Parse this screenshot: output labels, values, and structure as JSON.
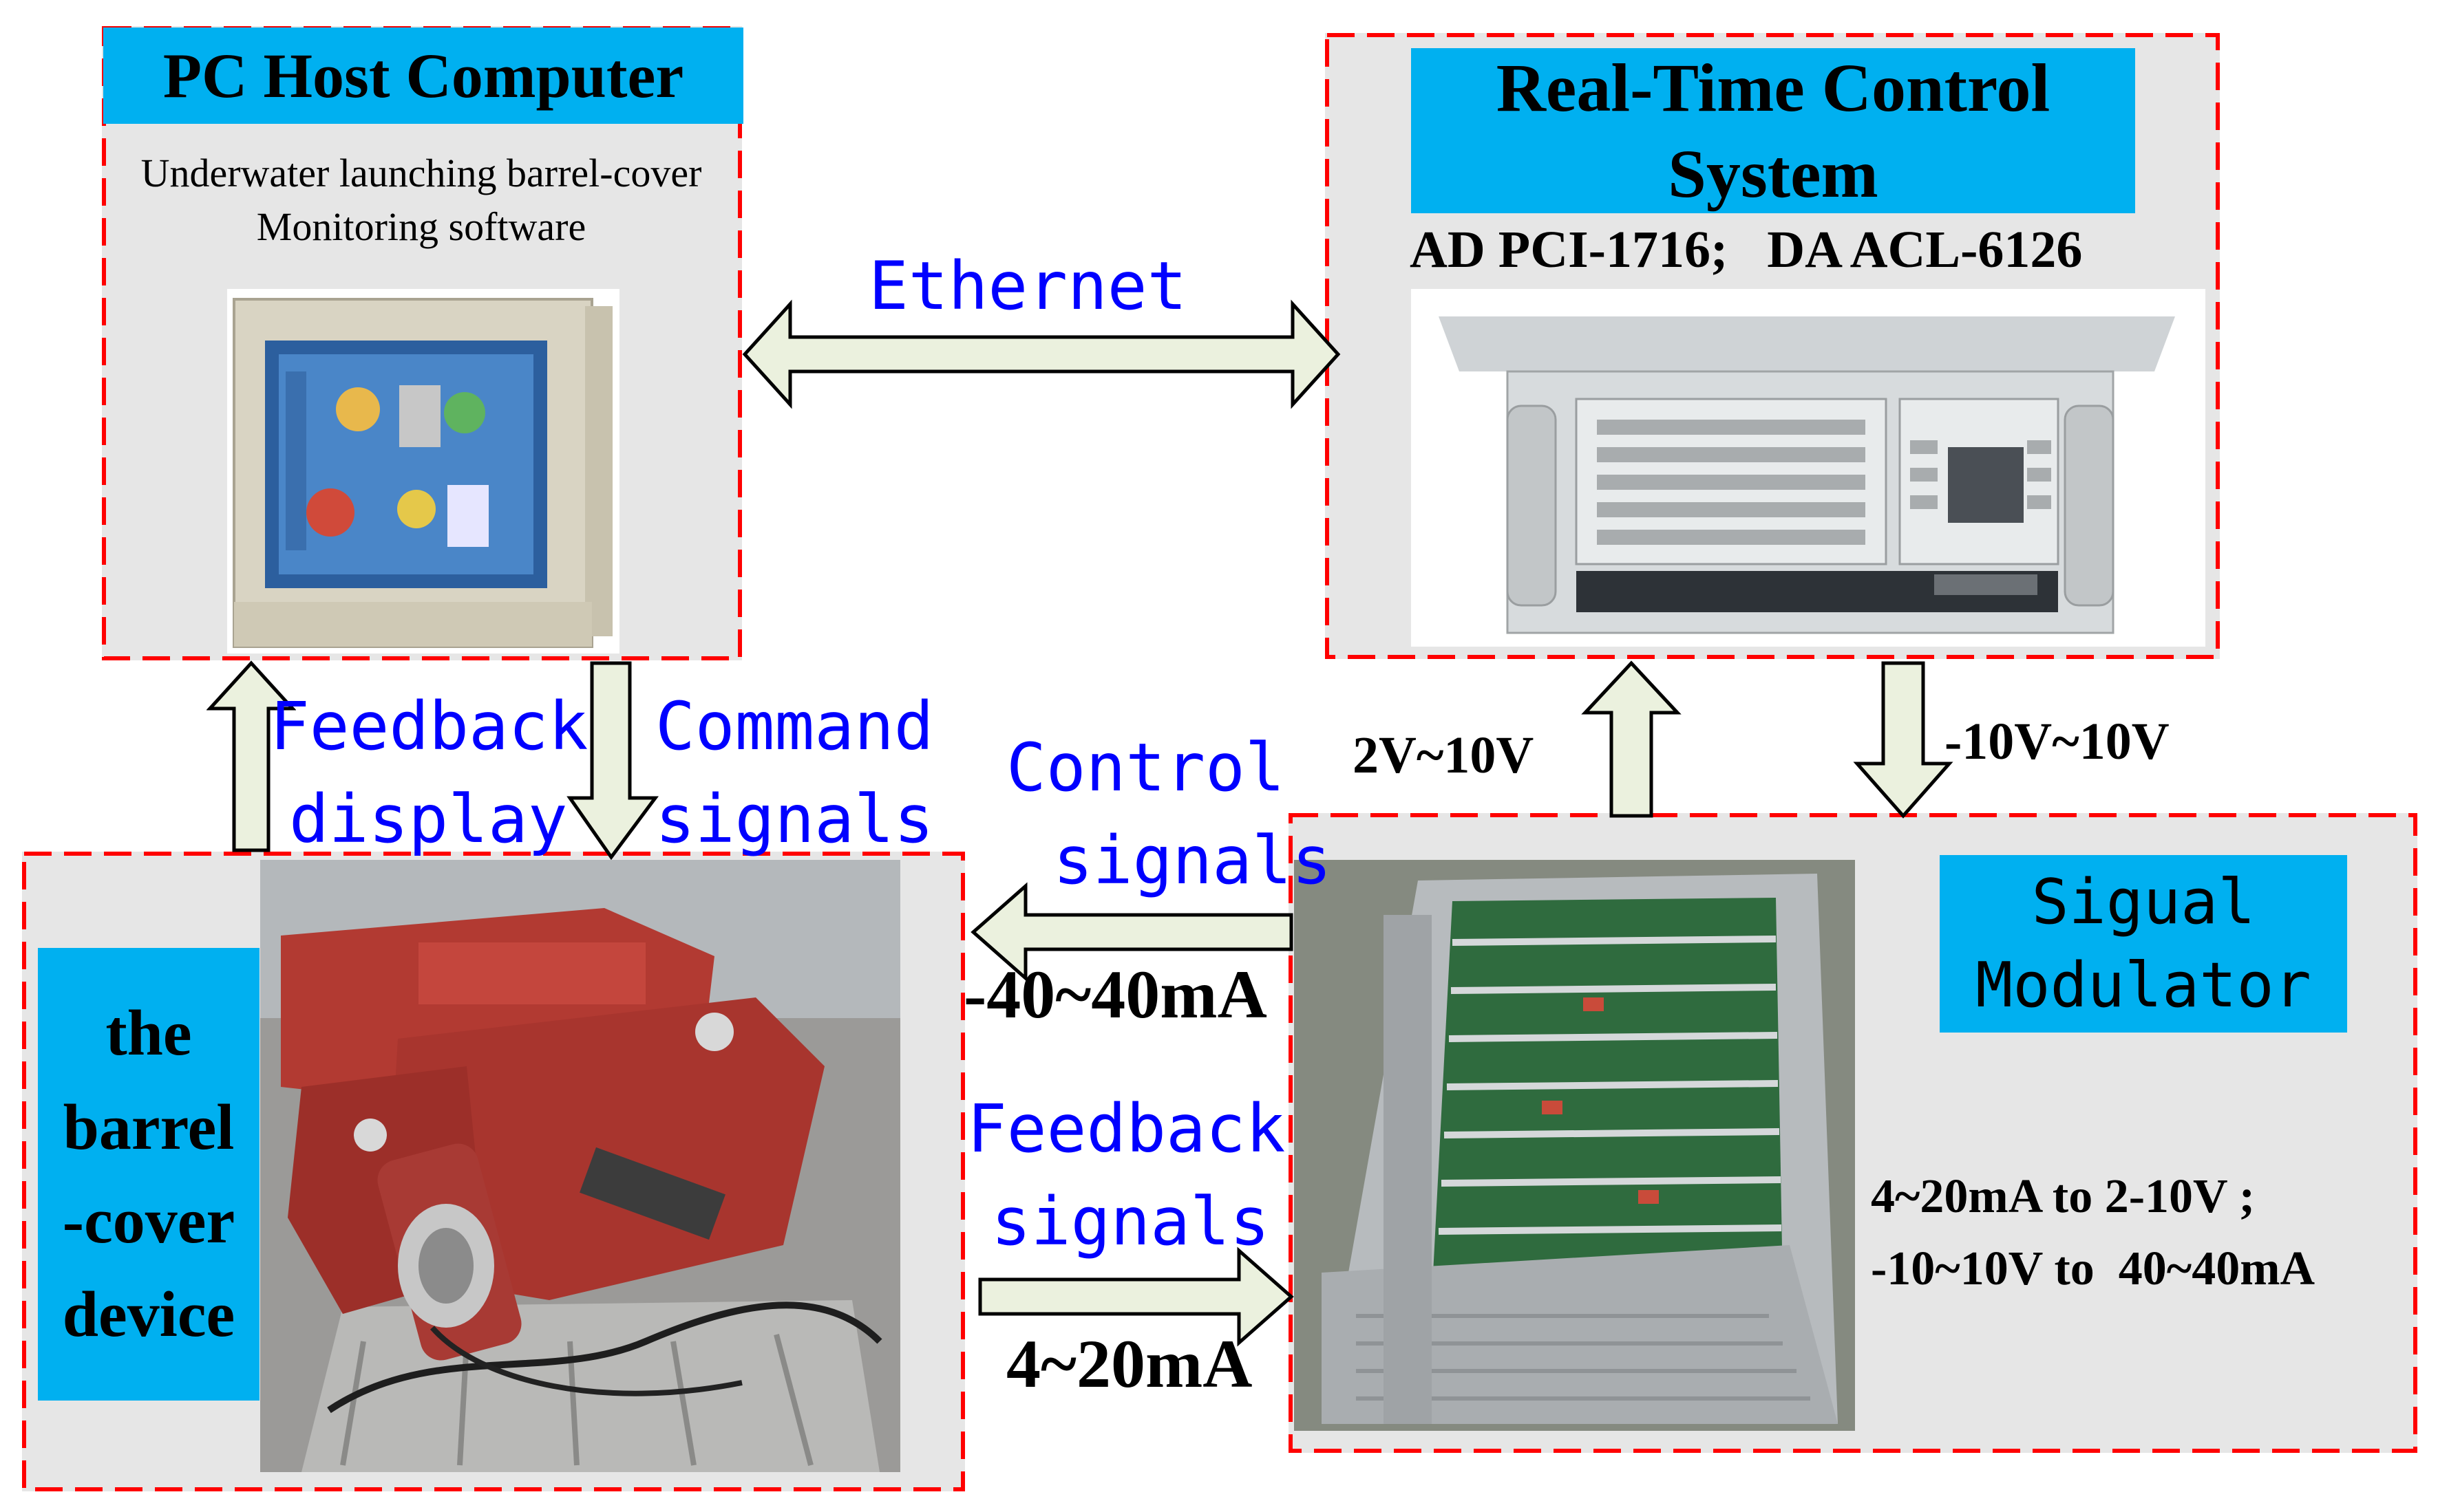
{
  "pc_host": {
    "title": "PC Host Computer",
    "desc_line1": "Underwater launching barrel-cover",
    "desc_line2": "Monitoring software"
  },
  "realtime": {
    "title_line1": "Real-Time Control",
    "title_line2": "System",
    "cards": "AD PCI-1716;   DA ACL-6126"
  },
  "barrel": {
    "title_line1": "the",
    "title_line2": "barrel",
    "title_line3": "-cover",
    "title_line4": "device"
  },
  "modulator": {
    "title_line1": "Sigual",
    "title_line2": "Modulator",
    "conv_line1": "4~20mA to 2-10V ;",
    "conv_line2": "-10~10V to  40~40mA"
  },
  "links": {
    "ethernet": "Ethernet",
    "feedback_display_1": "Feedback",
    "feedback_display_2": "display",
    "command_signals_1": "Command",
    "command_signals_2": "signals",
    "control_signals_1": "Control",
    "control_signals_2": "signals",
    "control_current": "-40~40mA",
    "feedback_signals_1": "Feedback",
    "feedback_signals_2": "signals",
    "feedback_current": "4~20mA",
    "up_voltage": "2V~10V",
    "down_voltage": "-10V~10V"
  },
  "colors": {
    "title_bg": "#00b0f0",
    "dash_border": "#ff0000",
    "box_bg": "#e6e6e6",
    "arrow_fill": "#ebf1de",
    "link_text": "#0000ff"
  }
}
